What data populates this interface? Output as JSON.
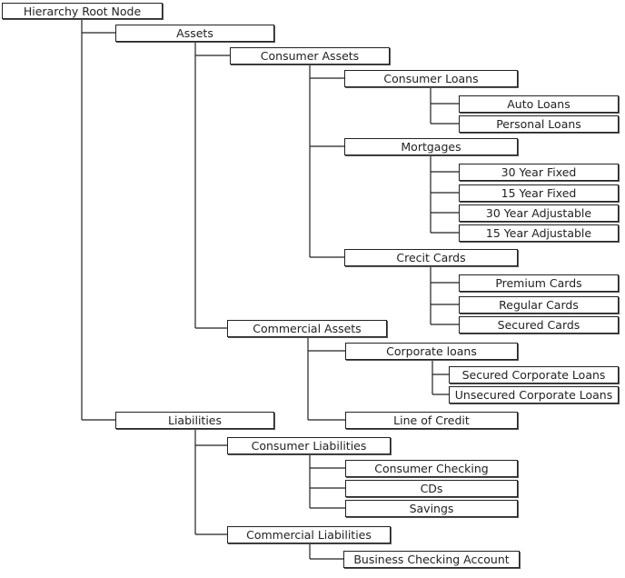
{
  "diagram": {
    "root": {
      "label": "Hierarchy Root Node"
    },
    "assets": {
      "label": "Assets",
      "consumer_assets": {
        "label": "Consumer Assets",
        "consumer_loans": {
          "label": "Consumer  Loans",
          "children": [
            "Auto Loans",
            "Personal Loans"
          ]
        },
        "mortgages": {
          "label": "Mortgages",
          "children": [
            "30 Year Fixed",
            "15 Year Fixed",
            "30 Year Adjustable",
            "15 Year Adjustable"
          ]
        },
        "credit_cards": {
          "label": "Crecit Cards",
          "children": [
            "Premium Cards",
            "Regular Cards",
            "Secured  Cards"
          ]
        }
      },
      "commercial_assets": {
        "label": "Commercial Assets",
        "corporate_loans": {
          "label": "Corporate loans",
          "children": [
            "Secured Corporate Loans",
            "Unsecured Corporate Loans"
          ]
        },
        "line_of_credit": {
          "label": "Line of Credit"
        }
      }
    },
    "liabilities": {
      "label": "Liabilities",
      "consumer_liabilities": {
        "label": "Consumer Liabilities",
        "children": [
          "Consumer Checking",
          "CDs",
          "Savings"
        ]
      },
      "commercial_liabilities": {
        "label": "Commercial Liabilities",
        "children": [
          "Business Checking Account"
        ]
      }
    }
  }
}
